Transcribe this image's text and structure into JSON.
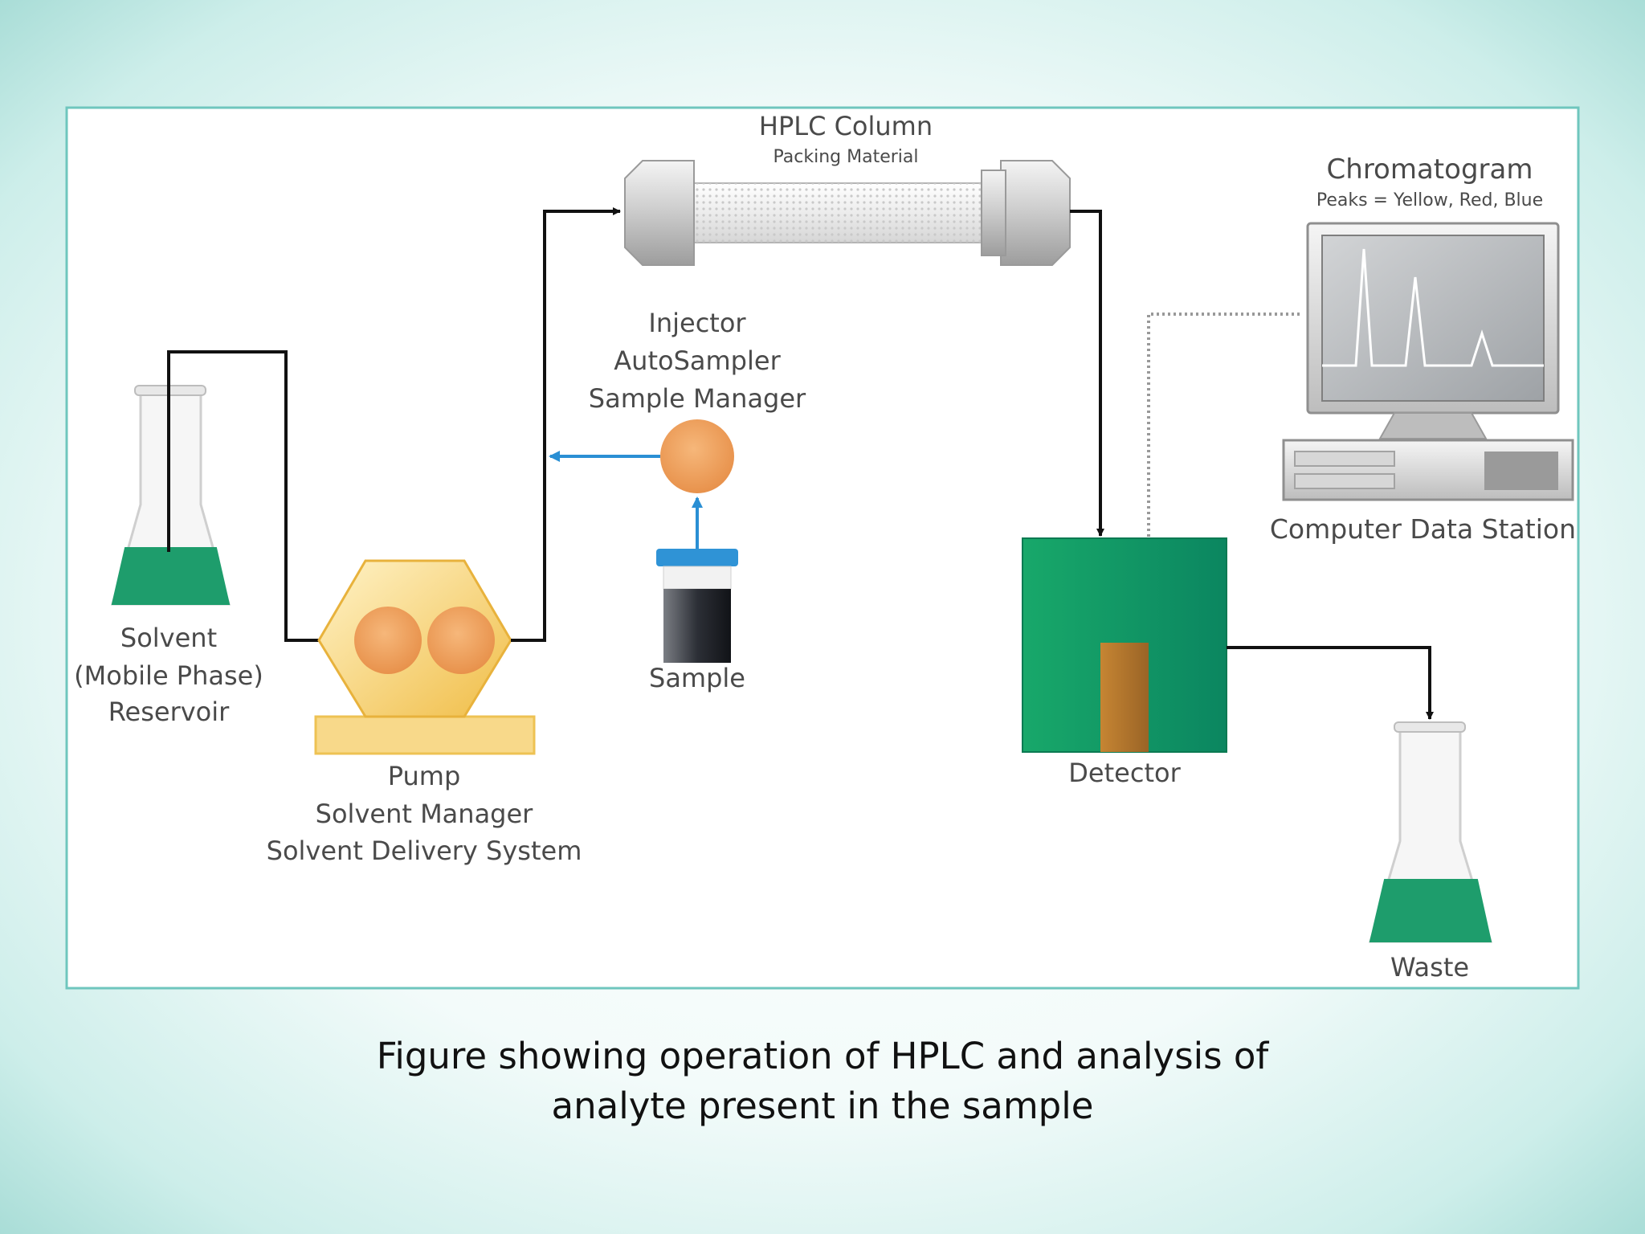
{
  "colors": {
    "solvent_green": "#1e9d6c",
    "detector_green": "#0f8f5e",
    "pump_yellow": "#f2c45a",
    "orange_disc": "#f0a25d",
    "flow_blue": "#2a8fd4",
    "line_black": "#111111"
  },
  "labels": {
    "column_title": "HPLC Column",
    "column_sub": "Packing Material",
    "chromatogram_title": "Chromatogram",
    "chromatogram_sub": "Peaks = Yellow, Red, Blue",
    "injector_1": "Injector",
    "injector_2": "AutoSampler",
    "injector_3": "Sample Manager",
    "solvent_1": "Solvent",
    "solvent_2": "(Mobile Phase)",
    "solvent_3": "Reservoir",
    "sample": "Sample",
    "pump_1": "Pump",
    "pump_2": "Solvent Manager",
    "pump_3": "Solvent Delivery System",
    "computer": "Computer Data Station",
    "detector": "Detector",
    "waste": "Waste"
  },
  "caption": {
    "line1": "Figure showing operation of HPLC and analysis of",
    "line2": "analyte present in the sample"
  }
}
